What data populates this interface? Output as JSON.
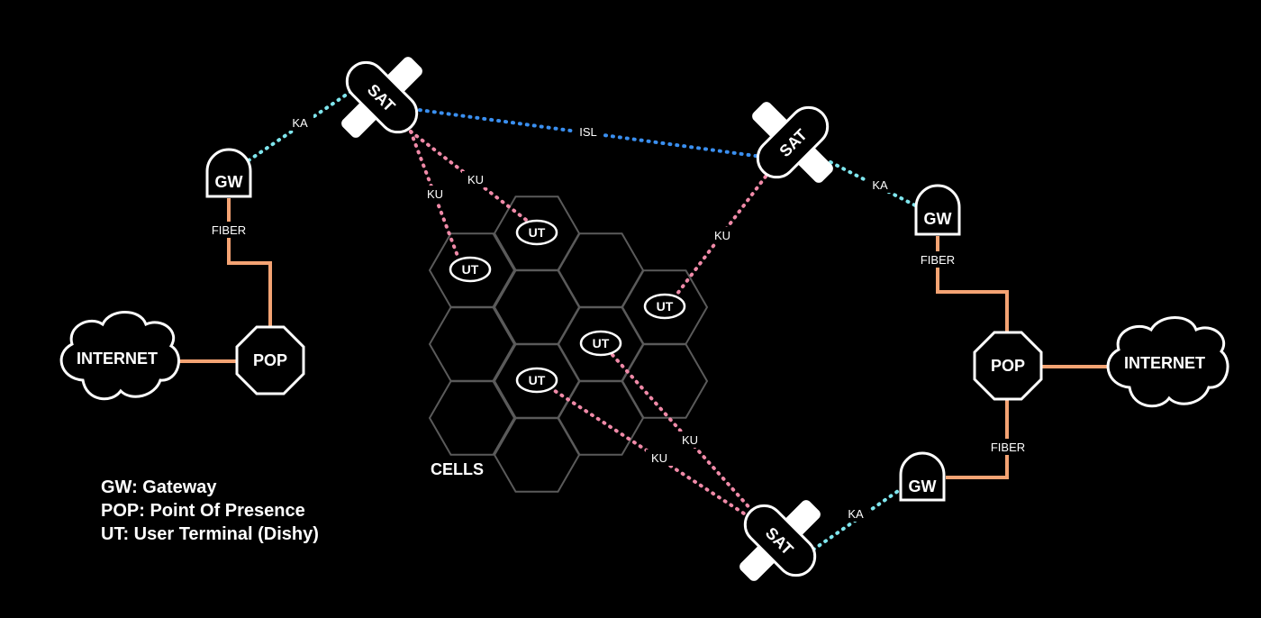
{
  "colors": {
    "background": "#000000",
    "fiber": "#f4a373",
    "ka": "#7fe6ee",
    "isl": "#3a8ff0",
    "ku": "#f08aa8",
    "cell_stroke": "#5a5a5a",
    "node_stroke": "#ffffff"
  },
  "nodes": {
    "sat_top_left": "SAT",
    "sat_top_right": "SAT",
    "sat_bottom": "SAT",
    "gw_left": "GW",
    "gw_right_top": "GW",
    "gw_right_bottom": "GW",
    "pop_left": "POP",
    "pop_right": "POP",
    "internet_left": "INTERNET",
    "internet_right": "INTERNET",
    "ut": [
      "UT",
      "UT",
      "UT",
      "UT",
      "UT"
    ]
  },
  "links": {
    "ka": "KA",
    "ku": "KU",
    "isl": "ISL",
    "fiber": "FIBER"
  },
  "cells_label": "CELLS",
  "legend": [
    "GW: Gateway",
    "POP: Point Of Presence",
    "UT: User Terminal (Dishy)"
  ]
}
